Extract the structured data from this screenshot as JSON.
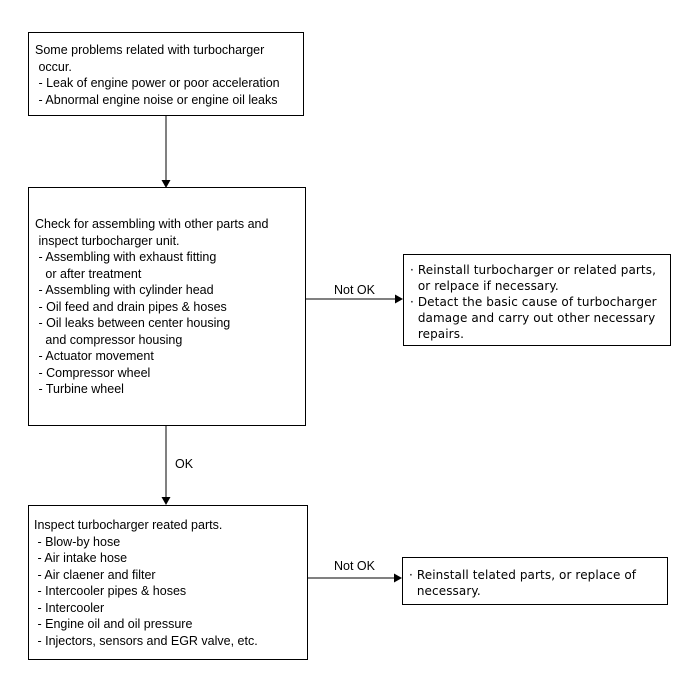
{
  "box1": {
    "title": "Some problems related with turbocharger",
    "title_cont": " occur.",
    "items": [
      " - Leak of engine power or poor acceleration",
      " - Abnormal engine noise or engine oil leaks"
    ]
  },
  "box2": {
    "title": "Check for assembling with other parts and",
    "title_cont": " inspect turbocharger unit.",
    "items": [
      " - Assembling with exhaust fitting",
      "   or after treatment",
      " - Assembling with cylinder head",
      " - Oil feed and drain pipes & hoses",
      " - Oil leaks between center housing",
      "   and compressor housing",
      " - Actuator movement",
      " - Compressor wheel",
      " - Turbine wheel"
    ]
  },
  "box3": {
    "title": "Inspect turbocharger reated parts.",
    "items": [
      " - Blow-by hose",
      " - Air intake hose",
      " - Air claener and filter",
      " - Intercooler pipes & hoses",
      " - Intercooler",
      " - Engine oil and oil pressure",
      " - Injectors, sensors and EGR valve, etc."
    ]
  },
  "rbox1": {
    "lines": [
      "· Reinstall turbocharger or related parts,",
      "  or relpace if necessary.",
      "· Detact the basic cause of turbocharger",
      "  damage and carry out other necessary",
      "  repairs."
    ]
  },
  "rbox2": {
    "lines": [
      "· Reinstall telated parts, or replace of",
      "  necessary."
    ]
  },
  "labels": {
    "not_ok_1": "Not OK",
    "ok": "OK",
    "not_ok_2": "Not OK"
  }
}
